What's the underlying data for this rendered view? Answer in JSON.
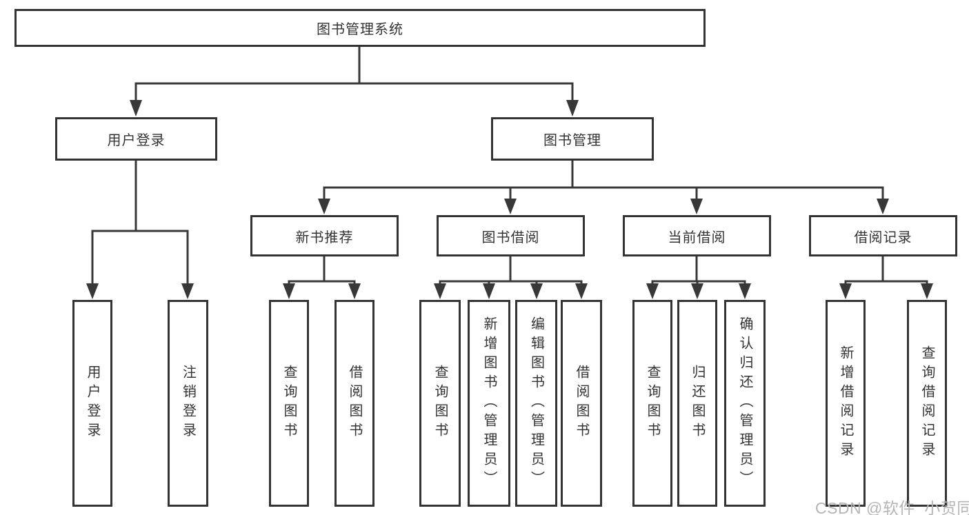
{
  "diagram": {
    "root": {
      "label": "图书管理系统"
    },
    "level1": [
      {
        "label": "用户登录",
        "parent": "图书管理系统"
      },
      {
        "label": "图书管理",
        "parent": "图书管理系统"
      }
    ],
    "level2": [
      {
        "label": "新书推荐",
        "parent": "图书管理"
      },
      {
        "label": "图书借阅",
        "parent": "图书管理"
      },
      {
        "label": "当前借阅",
        "parent": "图书管理"
      },
      {
        "label": "借阅记录",
        "parent": "图书管理"
      }
    ],
    "leaves": [
      {
        "label": "用户登录",
        "parent": "用户登录"
      },
      {
        "label": "注销登录",
        "parent": "用户登录"
      },
      {
        "label": "查询图书",
        "parent": "新书推荐"
      },
      {
        "label": "借阅图书",
        "parent": "新书推荐"
      },
      {
        "label": "查询图书",
        "parent": "图书借阅"
      },
      {
        "label": "新增图书（管理员）",
        "parent": "图书借阅"
      },
      {
        "label": "编辑图书（管理员）",
        "parent": "图书借阅"
      },
      {
        "label": "借阅图书",
        "parent": "图书借阅"
      },
      {
        "label": "查询图书",
        "parent": "当前借阅"
      },
      {
        "label": "归还图书",
        "parent": "当前借阅"
      },
      {
        "label": "确认归还（管理员）",
        "parent": "当前借阅"
      },
      {
        "label": "新增借阅记录",
        "parent": "借阅记录"
      },
      {
        "label": "查询借阅记录",
        "parent": "借阅记录"
      }
    ],
    "watermark": "CSDN @软件_小贺同学",
    "colors": {
      "line": "#383838",
      "box_border": "#333333",
      "box_fill": "#ffffff",
      "text": "#333333",
      "watermark": "#b5b5b5",
      "background": "#ffffff"
    }
  }
}
